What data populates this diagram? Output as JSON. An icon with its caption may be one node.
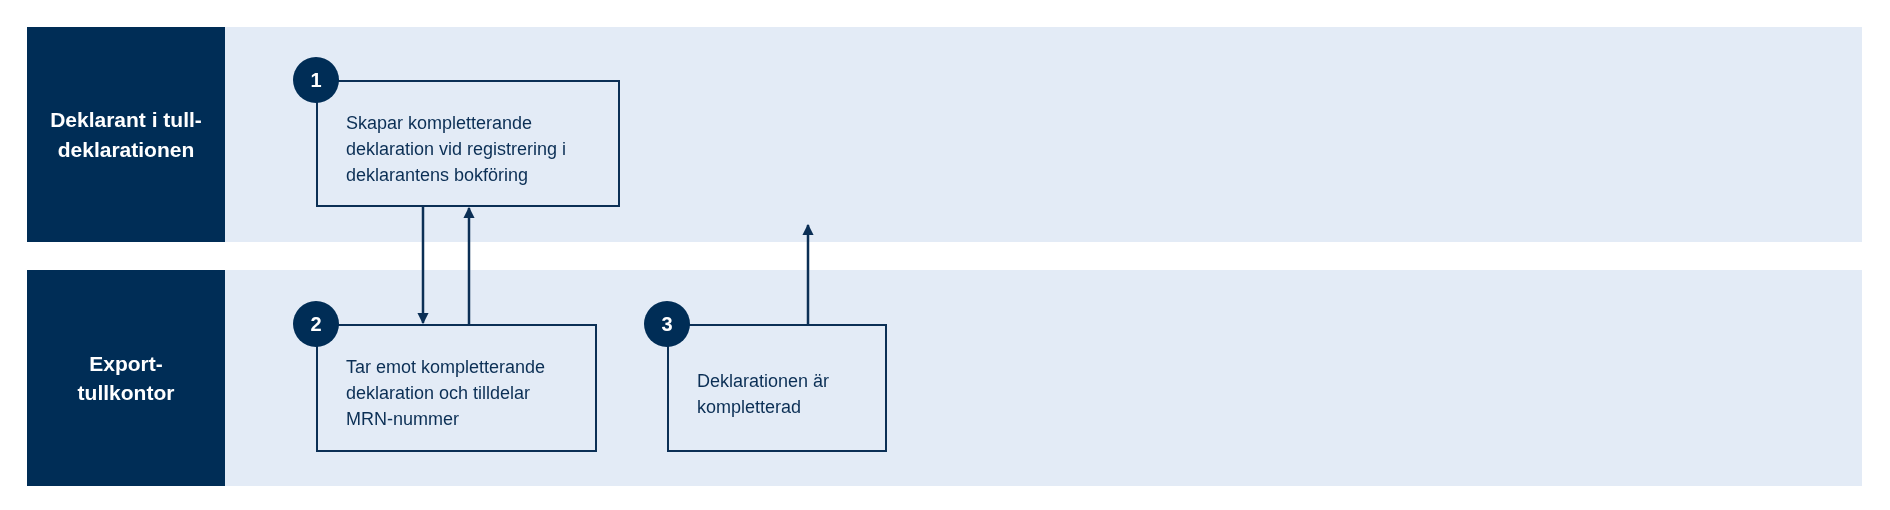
{
  "diagram": {
    "nodes": [
      {
        "text": [
          "Deklarant i tull-deklarationen"
        ]
      },
      {
        "text": [
          "1"
        ],
        "in": 0
      },
      {
        "text": [
          "Skapar kompletterande deklaration vid registrering i deklarantens bokföring"
        ],
        "in": 0
      },
      {
        "text": [
          "Export-tullkontor"
        ]
      },
      {
        "text": [
          "2"
        ],
        "in": 3
      },
      {
        "text": [
          "Tar emot kompletterande deklaration och tilldelar MRN-nummer"
        ],
        "in": 3
      },
      {
        "text": [
          "3"
        ],
        "in": 3
      },
      {
        "text": [
          "Deklarationen är kompletterad"
        ],
        "in": 3
      }
    ],
    "edges": [
      {
        "from": 2,
        "to": 5,
        "arrow": "to"
      },
      {
        "from": 5,
        "to": 2,
        "arrow": "to"
      },
      {
        "from": 7,
        "to": 0,
        "arrow": "to"
      }
    ]
  }
}
